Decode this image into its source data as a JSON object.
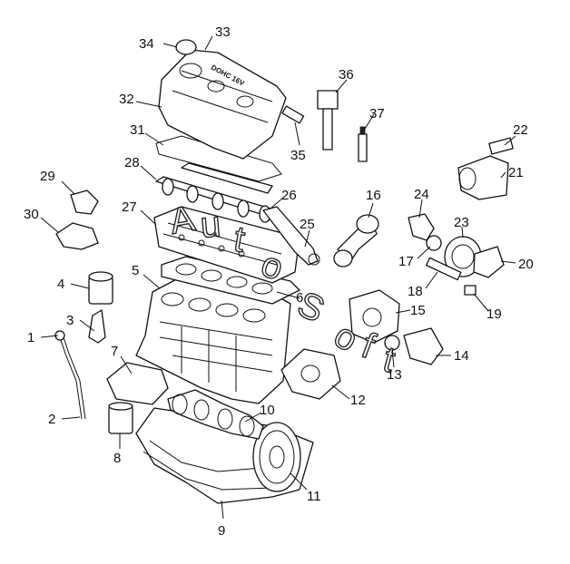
{
  "watermark": {
    "text": "AutoSoft",
    "glyphs": [
      "A",
      "u",
      "t",
      "o",
      "S",
      "o",
      "f",
      "t"
    ]
  },
  "cover_text": "DOHC 16V",
  "parts": [
    {
      "id": "1",
      "number": "1"
    },
    {
      "id": "2",
      "number": "2"
    },
    {
      "id": "3",
      "number": "3"
    },
    {
      "id": "4",
      "number": "4"
    },
    {
      "id": "5",
      "number": "5"
    },
    {
      "id": "6",
      "number": "6"
    },
    {
      "id": "7",
      "number": "7"
    },
    {
      "id": "8",
      "number": "8"
    },
    {
      "id": "9",
      "number": "9"
    },
    {
      "id": "10",
      "number": "10"
    },
    {
      "id": "11",
      "number": "11"
    },
    {
      "id": "12",
      "number": "12"
    },
    {
      "id": "13",
      "number": "13"
    },
    {
      "id": "14",
      "number": "14"
    },
    {
      "id": "15",
      "number": "15"
    },
    {
      "id": "16",
      "number": "16"
    },
    {
      "id": "17",
      "number": "17"
    },
    {
      "id": "18",
      "number": "18"
    },
    {
      "id": "19",
      "number": "19"
    },
    {
      "id": "20",
      "number": "20"
    },
    {
      "id": "21",
      "number": "21"
    },
    {
      "id": "22",
      "number": "22"
    },
    {
      "id": "23",
      "number": "23"
    },
    {
      "id": "24",
      "number": "24"
    },
    {
      "id": "25",
      "number": "25"
    },
    {
      "id": "26",
      "number": "26"
    },
    {
      "id": "27",
      "number": "27"
    },
    {
      "id": "28",
      "number": "28"
    },
    {
      "id": "29",
      "number": "29"
    },
    {
      "id": "30",
      "number": "30"
    },
    {
      "id": "31",
      "number": "31"
    },
    {
      "id": "32",
      "number": "32"
    },
    {
      "id": "33",
      "number": "33"
    },
    {
      "id": "34",
      "number": "34"
    },
    {
      "id": "35",
      "number": "35"
    },
    {
      "id": "36",
      "number": "36"
    },
    {
      "id": "37",
      "number": "37"
    }
  ]
}
